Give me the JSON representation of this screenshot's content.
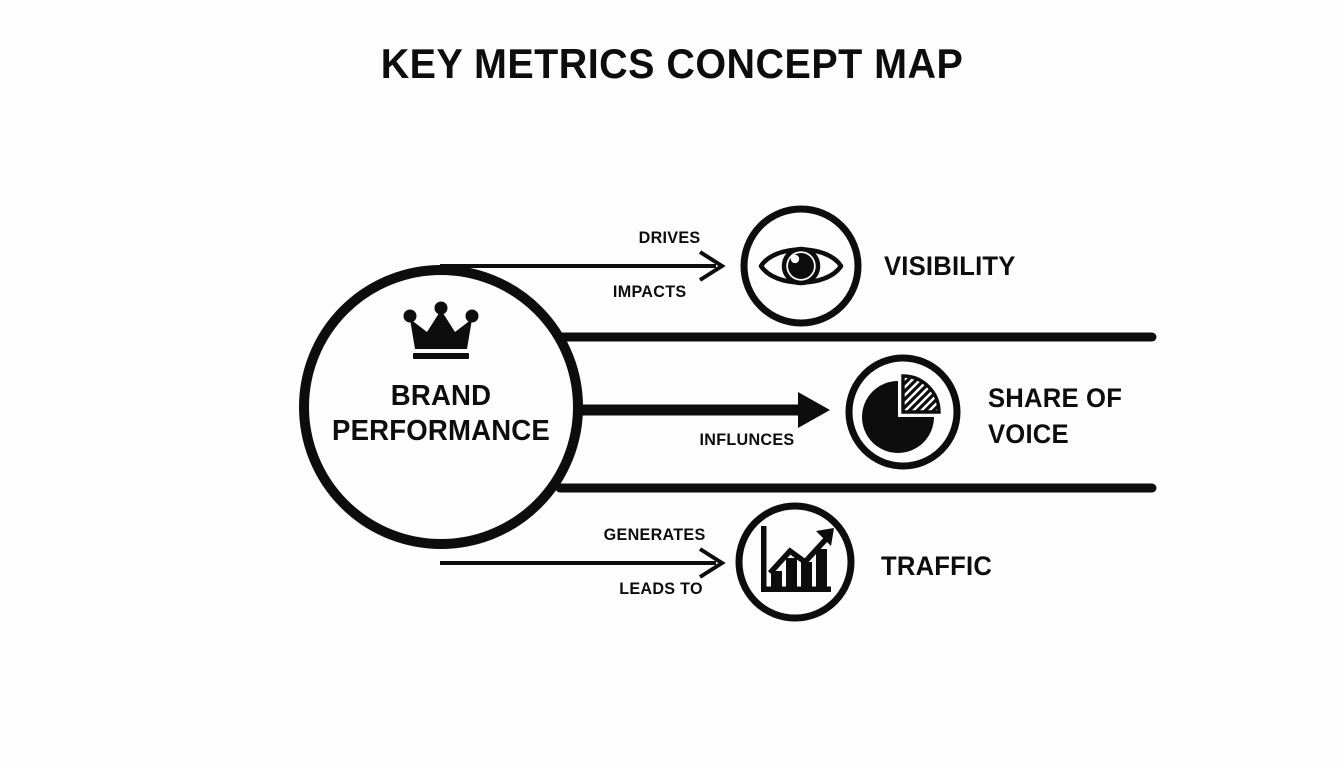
{
  "title": "KEY METRICS CONCEPT MAP",
  "colors": {
    "background": "#fdfdfd",
    "stroke": "#0d0d0d",
    "text": "#0d0d0d"
  },
  "hub": {
    "icon": "crown-icon",
    "label_line1": "BRAND",
    "label_line2": "PERFORMANCE"
  },
  "nodes": [
    {
      "id": "visibility",
      "label": "VISIBILITY",
      "icon": "eye-icon"
    },
    {
      "id": "share-of-voice",
      "label_line1": "SHARE OF",
      "label_line2": "VOICE",
      "icon": "pie-chart-icon"
    },
    {
      "id": "traffic",
      "label": "TRAFFIC",
      "icon": "bar-chart-growth-icon"
    }
  ],
  "edges": [
    {
      "id": "hub-to-visibility",
      "label_above": "DRIVES",
      "label_below": "IMPACTS",
      "style": "thin-open-arrow"
    },
    {
      "id": "hub-to-share-of-voice",
      "label_below": "INFLUNCES",
      "style": "thick-filled-arrow"
    },
    {
      "id": "hub-to-traffic",
      "label_above": "GENERATES",
      "label_below": "LEADS TO",
      "style": "thin-open-arrow"
    }
  ],
  "connector_lines": [
    {
      "id": "upper-rail"
    },
    {
      "id": "lower-rail"
    }
  ]
}
